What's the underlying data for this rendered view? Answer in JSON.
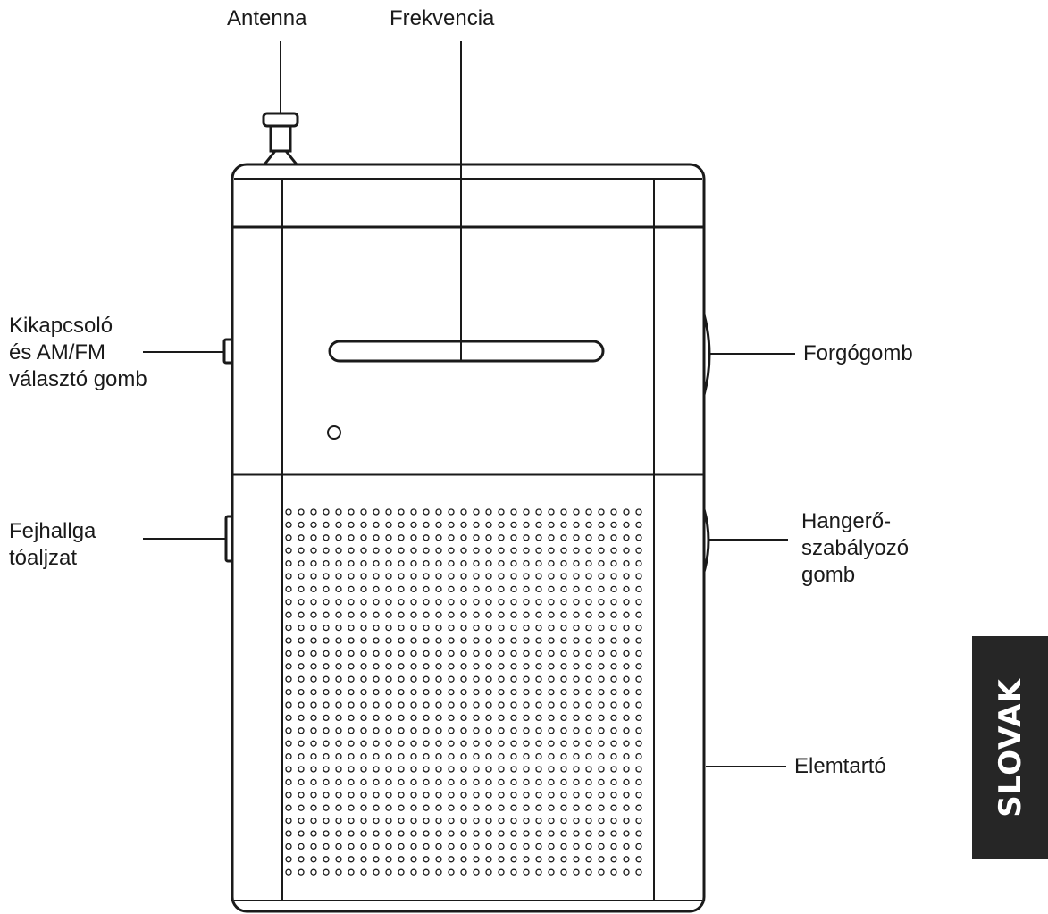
{
  "labels": {
    "antenna": "Antenna",
    "frequency": "Frekvencia",
    "power_switch": [
      "Kikapcsoló",
      "és AM/FM",
      "választó gomb"
    ],
    "tuning_knob": "Forgógomb",
    "headphone_jack": [
      "Fejhallga",
      "tóaljzat"
    ],
    "volume_knob": [
      "Hangerő-",
      "szabályozó",
      "gomb"
    ],
    "battery_compartment": "Elemtartó"
  },
  "language_tab": "SLOVAK",
  "colors": {
    "line": "#1a1a1a",
    "tab_background": "#262626",
    "tab_text": "#ffffff"
  }
}
